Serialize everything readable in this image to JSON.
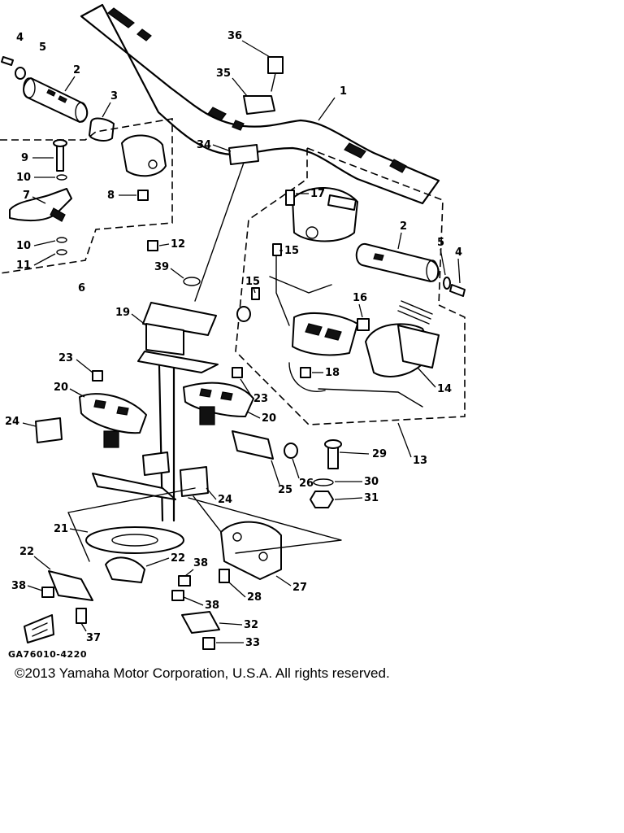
{
  "diagram": {
    "part_code": "GA76010-4220",
    "copyright": "©2013 Yamaha Motor Corporation, U.S.A. All rights reserved.",
    "callouts": [
      "1",
      "2",
      "3",
      "4",
      "5",
      "6",
      "7",
      "8",
      "9",
      "10",
      "11",
      "12",
      "13",
      "14",
      "15",
      "16",
      "17",
      "18",
      "19",
      "20",
      "21",
      "22",
      "23",
      "24",
      "25",
      "26",
      "27",
      "28",
      "29",
      "30",
      "31",
      "32",
      "33",
      "34",
      "35",
      "36",
      "37",
      "38",
      "39"
    ]
  }
}
